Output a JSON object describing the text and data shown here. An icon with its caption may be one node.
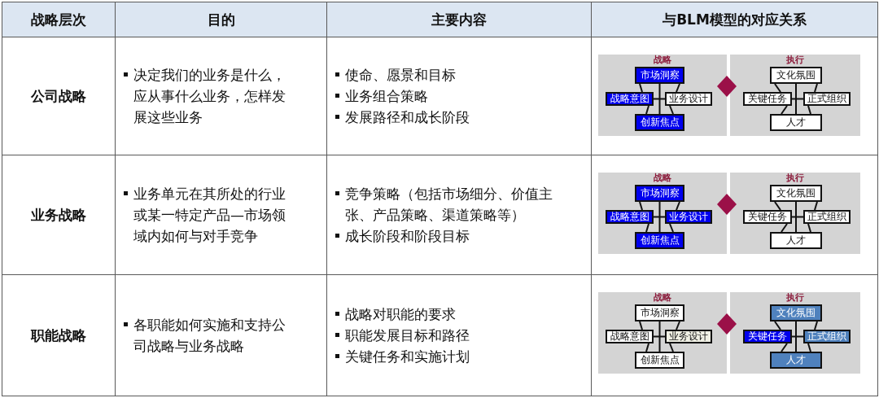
{
  "diagram": {
    "nodes": [
      {
        "text": [
          "战略"
        ]
      },
      {
        "text": [
          "市场洞察"
        ],
        "in": 0
      },
      {
        "text": [
          "战略意图"
        ],
        "in": 0
      },
      {
        "text": [
          "业务设计"
        ],
        "in": 0
      },
      {
        "text": [
          "创新焦点"
        ],
        "in": 0
      },
      {
        "text": [],
        "shape": "diamond"
      },
      {
        "text": [
          "执行"
        ]
      },
      {
        "text": [
          "文化氛围"
        ],
        "in": 6
      },
      {
        "text": [
          "关键任务"
        ],
        "in": 6
      },
      {
        "text": [
          "正式组织"
        ],
        "in": 6
      },
      {
        "text": [
          "人才"
        ],
        "in": 6
      },
      {
        "text": [
          "战略"
        ]
      },
      {
        "text": [
          "市场洞察"
        ],
        "in": 11
      },
      {
        "text": [
          "战略意图"
        ],
        "in": 11
      },
      {
        "text": [
          "业务设计"
        ],
        "in": 11
      },
      {
        "text": [
          "创新焦点"
        ],
        "in": 11
      },
      {
        "text": [],
        "shape": "diamond"
      },
      {
        "text": [
          "执行"
        ]
      },
      {
        "text": [
          "文化氛围"
        ],
        "in": 17
      },
      {
        "text": [
          "关键任务"
        ],
        "in": 17
      },
      {
        "text": [
          "正式组织"
        ],
        "in": 17
      },
      {
        "text": [
          "人才"
        ],
        "in": 17
      },
      {
        "text": [
          "战略"
        ]
      },
      {
        "text": [
          "市场洞察"
        ],
        "in": 22
      },
      {
        "text": [
          "战略意图"
        ],
        "in": 22
      },
      {
        "text": [
          "业务设计"
        ],
        "in": 22
      },
      {
        "text": [
          "创新焦点"
        ],
        "in": 22
      },
      {
        "text": [],
        "shape": "diamond"
      },
      {
        "text": [
          "执行"
        ]
      },
      {
        "text": [
          "文化氛围"
        ],
        "in": 28
      },
      {
        "text": [
          "关键任务"
        ],
        "in": 28
      },
      {
        "text": [
          "正式组织"
        ],
        "in": 28
      },
      {
        "text": [
          "人才"
        ],
        "in": 28
      }
    ],
    "edges": [
      {
        "from": 1,
        "to": 2,
        "arrow": "none"
      },
      {
        "from": 1,
        "to": 3,
        "arrow": "none"
      },
      {
        "from": 2,
        "to": 4,
        "arrow": "none"
      },
      {
        "from": 3,
        "to": 4,
        "arrow": "none"
      },
      {
        "from": 1,
        "to": 4,
        "arrow": "none"
      },
      {
        "from": 2,
        "to": 3,
        "arrow": "none"
      },
      {
        "from": 7,
        "to": 8,
        "arrow": "none"
      },
      {
        "from": 7,
        "to": 9,
        "arrow": "none"
      },
      {
        "from": 8,
        "to": 10,
        "arrow": "none"
      },
      {
        "from": 9,
        "to": 10,
        "arrow": "none"
      },
      {
        "from": 7,
        "to": 10,
        "arrow": "none"
      },
      {
        "from": 8,
        "to": 9,
        "arrow": "none"
      },
      {
        "from": 12,
        "to": 13,
        "arrow": "none"
      },
      {
        "from": 12,
        "to": 14,
        "arrow": "none"
      },
      {
        "from": 13,
        "to": 15,
        "arrow": "none"
      },
      {
        "from": 14,
        "to": 15,
        "arrow": "none"
      },
      {
        "from": 12,
        "to": 15,
        "arrow": "none"
      },
      {
        "from": 13,
        "to": 14,
        "arrow": "none"
      },
      {
        "from": 18,
        "to": 19,
        "arrow": "none"
      },
      {
        "from": 18,
        "to": 20,
        "arrow": "none"
      },
      {
        "from": 19,
        "to": 21,
        "arrow": "none"
      },
      {
        "from": 20,
        "to": 21,
        "arrow": "none"
      },
      {
        "from": 18,
        "to": 21,
        "arrow": "none"
      },
      {
        "from": 19,
        "to": 20,
        "arrow": "none"
      },
      {
        "from": 23,
        "to": 24,
        "arrow": "none"
      },
      {
        "from": 23,
        "to": 25,
        "arrow": "none"
      },
      {
        "from": 24,
        "to": 26,
        "arrow": "none"
      },
      {
        "from": 25,
        "to": 26,
        "arrow": "none"
      },
      {
        "from": 23,
        "to": 26,
        "arrow": "none"
      },
      {
        "from": 24,
        "to": 25,
        "arrow": "none"
      },
      {
        "from": 29,
        "to": 30,
        "arrow": "none"
      },
      {
        "from": 29,
        "to": 31,
        "arrow": "none"
      },
      {
        "from": 30,
        "to": 32,
        "arrow": "none"
      },
      {
        "from": 31,
        "to": 32,
        "arrow": "none"
      },
      {
        "from": 29,
        "to": 32,
        "arrow": "none"
      },
      {
        "from": 30,
        "to": 31,
        "arrow": "none"
      }
    ],
    "labels": [
      "战略层次",
      "目的",
      "主要内容",
      "与BLM模型的对应关系",
      "公司战略",
      "决定我们的业务是什么，应从事什么业务，怎样发展这些业务",
      "使命、愿景和目标",
      "业务组合策略",
      "发展路径和成长阶段",
      "业务战略",
      "业务单元在其所处的行业或某一特定产品—市场领域内如何与对手竞争",
      "竞争策略（包括市场细分、价值主张、产品策略、渠道策略等）",
      "成长阶段和阶段目标",
      "职能战略",
      "各职能如何实施和支持公司战略与业务战略",
      "战略对职能的要求",
      "职能发展目标和路径",
      "关键任务和实施计划"
    ]
  }
}
